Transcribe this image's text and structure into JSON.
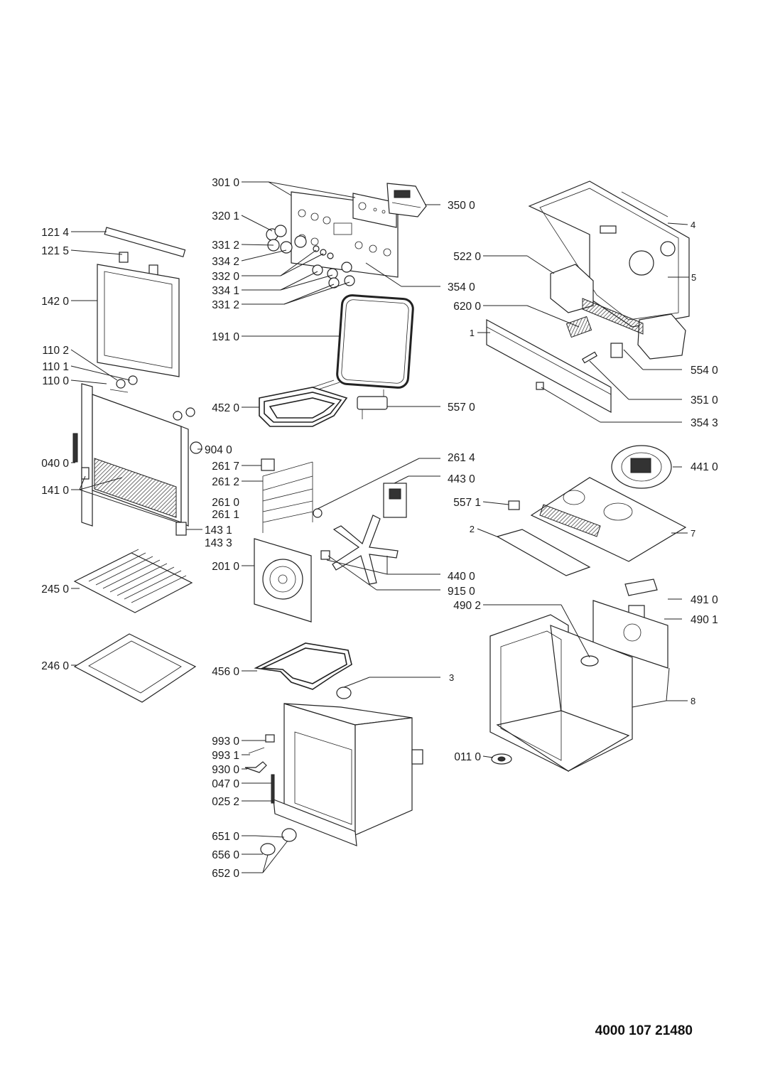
{
  "document_number": "4000 107 21480",
  "callouts": [
    {
      "id": "c-3010",
      "label": "301 0"
    },
    {
      "id": "c-3201",
      "label": "320 1"
    },
    {
      "id": "c-3312a",
      "label": "331 2"
    },
    {
      "id": "c-3342",
      "label": "334 2"
    },
    {
      "id": "c-3320",
      "label": "332 0"
    },
    {
      "id": "c-3341",
      "label": "334 1"
    },
    {
      "id": "c-3312b",
      "label": "331 2"
    },
    {
      "id": "c-3500",
      "label": "350 0"
    },
    {
      "id": "c-3540",
      "label": "354 0"
    },
    {
      "id": "c-1910",
      "label": "191 0"
    },
    {
      "id": "c-4520",
      "label": "452 0"
    },
    {
      "id": "c-5570",
      "label": "557 0"
    },
    {
      "id": "c-2617",
      "label": "261 7"
    },
    {
      "id": "c-2612",
      "label": "261 2"
    },
    {
      "id": "c-2610",
      "label": "261 0"
    },
    {
      "id": "c-2611",
      "label": "261 1"
    },
    {
      "id": "c-2614",
      "label": "261 4"
    },
    {
      "id": "c-4430",
      "label": "443 0"
    },
    {
      "id": "c-2010",
      "label": "201 0"
    },
    {
      "id": "c-4400",
      "label": "440 0"
    },
    {
      "id": "c-9150",
      "label": "915 0"
    },
    {
      "id": "c-4560",
      "label": "456 0"
    },
    {
      "id": "c-3",
      "label": "3"
    },
    {
      "id": "c-9930",
      "label": "993 0"
    },
    {
      "id": "c-9931",
      "label": "993 1"
    },
    {
      "id": "c-9300",
      "label": "930 0"
    },
    {
      "id": "c-0470",
      "label": "047 0"
    },
    {
      "id": "c-0252",
      "label": "025 2"
    },
    {
      "id": "c-6510",
      "label": "651 0"
    },
    {
      "id": "c-6560",
      "label": "656 0"
    },
    {
      "id": "c-6520",
      "label": "652 0"
    },
    {
      "id": "c-1214",
      "label": "121 4"
    },
    {
      "id": "c-1215",
      "label": "121 5"
    },
    {
      "id": "c-1420",
      "label": "142 0"
    },
    {
      "id": "c-1102",
      "label": "110 2"
    },
    {
      "id": "c-1101",
      "label": "110 1"
    },
    {
      "id": "c-1100",
      "label": "110 0"
    },
    {
      "id": "c-0400",
      "label": "040 0"
    },
    {
      "id": "c-1410",
      "label": "141 0"
    },
    {
      "id": "c-9040",
      "label": "904 0"
    },
    {
      "id": "c-1431",
      "label": "143 1"
    },
    {
      "id": "c-1433",
      "label": "143 3"
    },
    {
      "id": "c-2450",
      "label": "245 0"
    },
    {
      "id": "c-2460",
      "label": "246 0"
    },
    {
      "id": "c-4",
      "label": "4"
    },
    {
      "id": "c-5",
      "label": "5"
    },
    {
      "id": "c-5220",
      "label": "522 0"
    },
    {
      "id": "c-6200",
      "label": "620 0"
    },
    {
      "id": "c-1",
      "label": "1"
    },
    {
      "id": "c-5540",
      "label": "554 0"
    },
    {
      "id": "c-3510",
      "label": "351 0"
    },
    {
      "id": "c-3543",
      "label": "354 3"
    },
    {
      "id": "c-4410",
      "label": "441 0"
    },
    {
      "id": "c-5571",
      "label": "557 1"
    },
    {
      "id": "c-2",
      "label": "2"
    },
    {
      "id": "c-7",
      "label": "7"
    },
    {
      "id": "c-4910",
      "label": "491 0"
    },
    {
      "id": "c-4902",
      "label": "490 2"
    },
    {
      "id": "c-4901",
      "label": "490 1"
    },
    {
      "id": "c-8",
      "label": "8"
    },
    {
      "id": "c-0110",
      "label": "011 0"
    }
  ]
}
